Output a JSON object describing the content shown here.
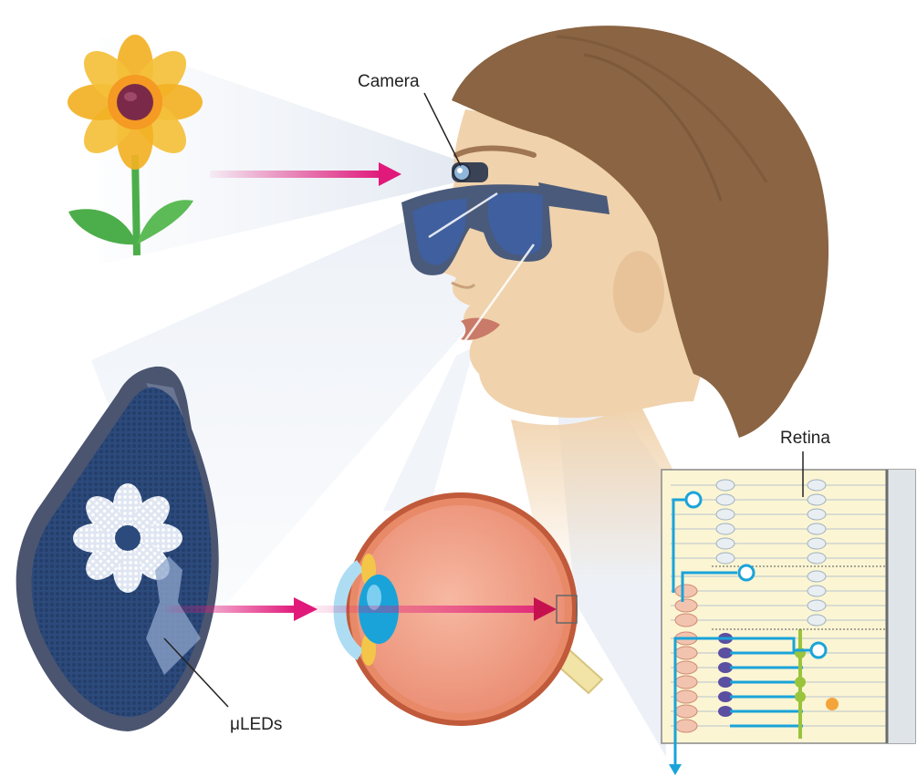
{
  "labels": {
    "camera": "Camera",
    "retina": "Retina",
    "micro_leds": "μLEDs"
  },
  "colors": {
    "arrow": "#e0197a",
    "hair": "#8a6443",
    "skin": "#f0d2ac",
    "lens": "#3f5f9e",
    "frame": "#4a5a7a",
    "petal": "#f2b124",
    "stem": "#4cae4a",
    "eyeball": "#f2a089",
    "retina_bg": "#fbf5d3",
    "signal": "#1aa3d9"
  }
}
